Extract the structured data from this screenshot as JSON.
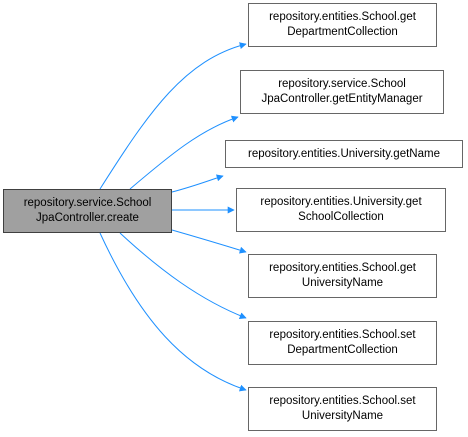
{
  "source": {
    "line1": "repository.service.School",
    "line2": "JpaController.create"
  },
  "targets": [
    {
      "line1": "repository.entities.School.get",
      "line2": "DepartmentCollection"
    },
    {
      "line1": "repository.service.School",
      "line2": "JpaController.getEntityManager"
    },
    {
      "line1": "repository.entities.University.getName",
      "line2": ""
    },
    {
      "line1": "repository.entities.University.get",
      "line2": "SchoolCollection"
    },
    {
      "line1": "repository.entities.School.get",
      "line2": "UniversityName"
    },
    {
      "line1": "repository.entities.School.set",
      "line2": "DepartmentCollection"
    },
    {
      "line1": "repository.entities.School.set",
      "line2": "UniversityName"
    }
  ],
  "colors": {
    "edge": "#1e90ff",
    "source_fill": "#a0a0a0",
    "node_border": "#666666"
  }
}
